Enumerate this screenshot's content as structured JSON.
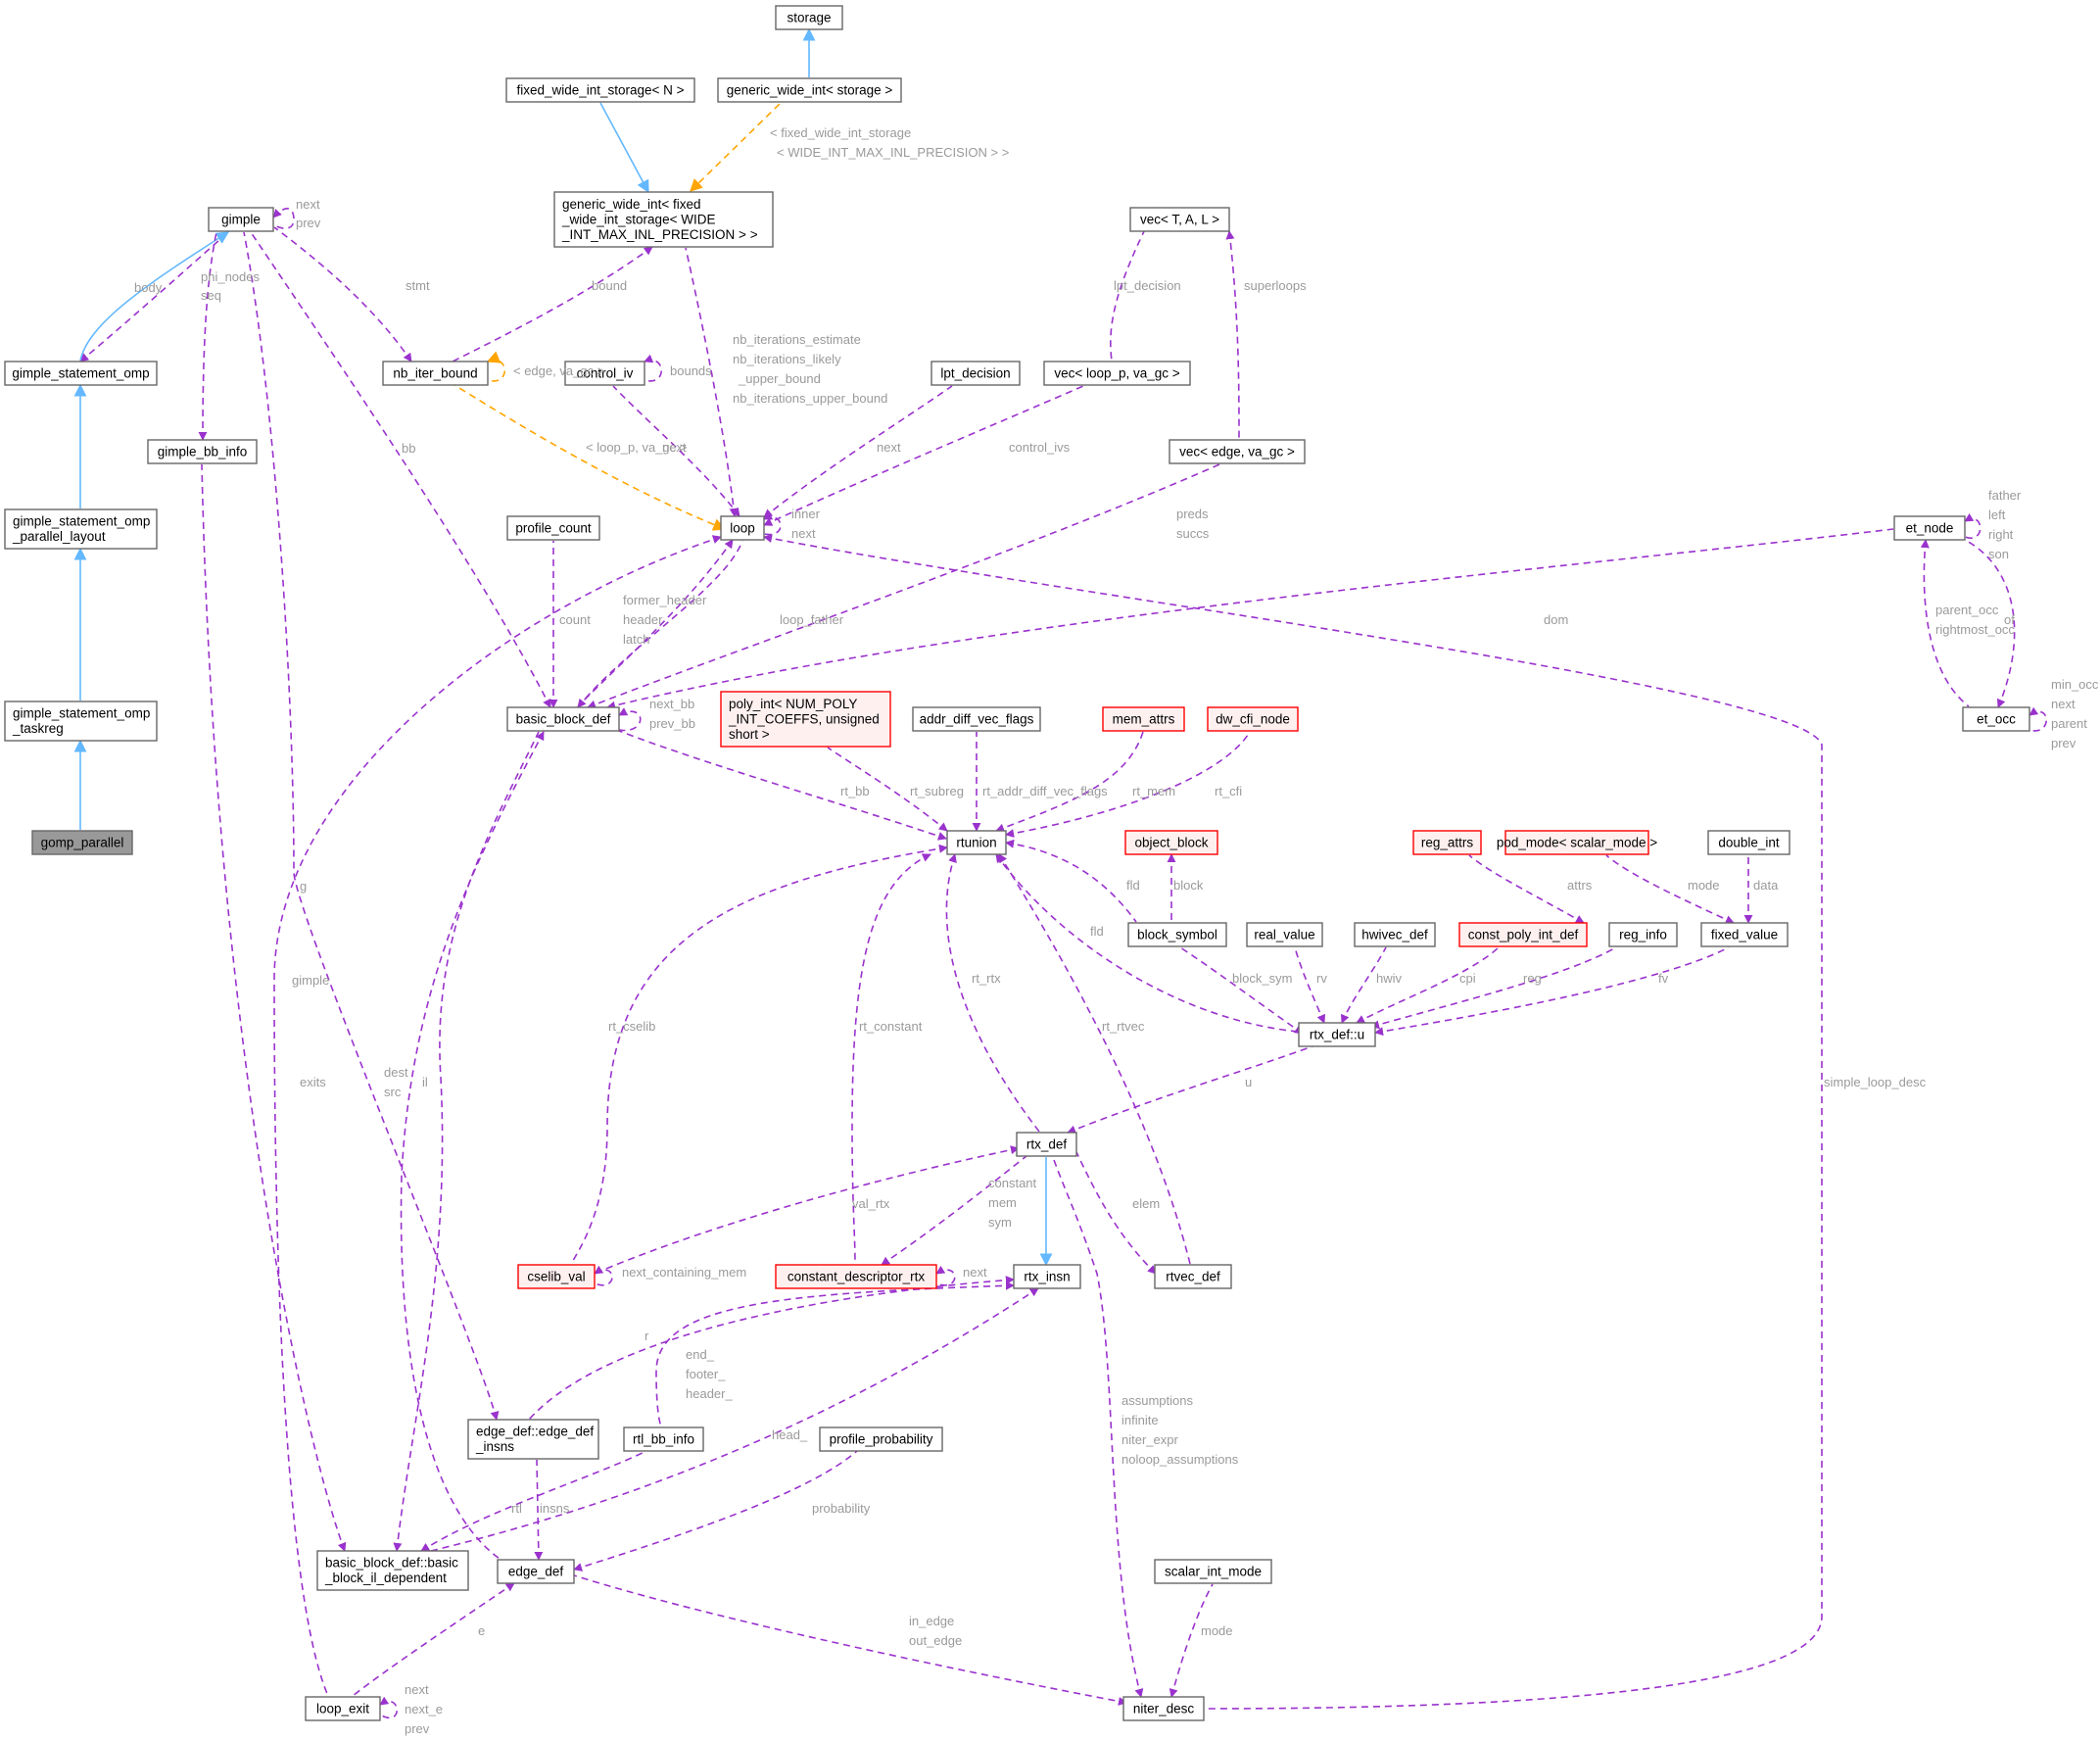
{
  "colors": {
    "usage_edge": "#9a32cd",
    "inheritance_edge": "#63b8ff",
    "template_edge": "#ffa500",
    "edge_label": "#9a9a9a",
    "highlight_node_fill": "#999999",
    "incomplete_node_border": "#ff0000",
    "incomplete_node_fill": "#fff0f0",
    "node_border": "#666666"
  },
  "nodes": [
    {
      "id": "storage",
      "lines": [
        "storage"
      ],
      "style": "normal"
    },
    {
      "id": "fwis",
      "lines": [
        "fixed_wide_int_storage< N >"
      ],
      "style": "normal"
    },
    {
      "id": "gwi_storage",
      "lines": [
        "generic_wide_int< storage >"
      ],
      "style": "normal"
    },
    {
      "id": "gimple",
      "lines": [
        "gimple"
      ],
      "style": "normal"
    },
    {
      "id": "gwi_fixed",
      "lines": [
        "generic_wide_int< fixed",
        "_wide_int_storage< WIDE",
        "_INT_MAX_INL_PRECISION > >"
      ],
      "style": "normal"
    },
    {
      "id": "vec_tal",
      "lines": [
        "vec< T, A, L >"
      ],
      "style": "normal"
    },
    {
      "id": "gso",
      "lines": [
        "gimple_statement_omp"
      ],
      "style": "normal"
    },
    {
      "id": "nb_iter_bound",
      "lines": [
        "nb_iter_bound"
      ],
      "style": "normal"
    },
    {
      "id": "control_iv",
      "lines": [
        "control_iv"
      ],
      "style": "normal"
    },
    {
      "id": "lpt_decision",
      "lines": [
        "lpt_decision"
      ],
      "style": "normal"
    },
    {
      "id": "vec_loop",
      "lines": [
        "vec< loop_p, va_gc >"
      ],
      "style": "normal"
    },
    {
      "id": "gimple_bb_info",
      "lines": [
        "gimple_bb_info"
      ],
      "style": "normal"
    },
    {
      "id": "vec_edge",
      "lines": [
        "vec< edge, va_gc >"
      ],
      "style": "normal"
    },
    {
      "id": "gsopl",
      "lines": [
        "gimple_statement_omp",
        "_parallel_layout"
      ],
      "style": "normal"
    },
    {
      "id": "profile_count",
      "lines": [
        "profile_count"
      ],
      "style": "normal"
    },
    {
      "id": "loop",
      "lines": [
        "loop"
      ],
      "style": "normal"
    },
    {
      "id": "et_node",
      "lines": [
        "et_node"
      ],
      "style": "normal"
    },
    {
      "id": "gsot",
      "lines": [
        "gimple_statement_omp",
        "_taskreg"
      ],
      "style": "normal"
    },
    {
      "id": "bbd",
      "lines": [
        "basic_block_def"
      ],
      "style": "normal"
    },
    {
      "id": "poly_int",
      "lines": [
        "poly_int< NUM_POLY",
        "_INT_COEFFS, unsigned",
        "short >"
      ],
      "style": "red"
    },
    {
      "id": "addr_diff",
      "lines": [
        "addr_diff_vec_flags"
      ],
      "style": "normal"
    },
    {
      "id": "mem_attrs",
      "lines": [
        "mem_attrs"
      ],
      "style": "red"
    },
    {
      "id": "dw_cfi_node",
      "lines": [
        "dw_cfi_node"
      ],
      "style": "red"
    },
    {
      "id": "et_occ",
      "lines": [
        "et_occ"
      ],
      "style": "normal"
    },
    {
      "id": "gomp_parallel",
      "lines": [
        "gomp_parallel"
      ],
      "style": "gray"
    },
    {
      "id": "rtunion",
      "lines": [
        "rtunion"
      ],
      "style": "normal"
    },
    {
      "id": "object_block",
      "lines": [
        "object_block"
      ],
      "style": "red"
    },
    {
      "id": "reg_attrs",
      "lines": [
        "reg_attrs"
      ],
      "style": "red"
    },
    {
      "id": "pod_mode",
      "lines": [
        "pod_mode< scalar_mode >"
      ],
      "style": "red"
    },
    {
      "id": "double_int",
      "lines": [
        "double_int"
      ],
      "style": "normal"
    },
    {
      "id": "block_symbol",
      "lines": [
        "block_symbol"
      ],
      "style": "normal"
    },
    {
      "id": "real_value",
      "lines": [
        "real_value"
      ],
      "style": "normal"
    },
    {
      "id": "hwivec_def",
      "lines": [
        "hwivec_def"
      ],
      "style": "normal"
    },
    {
      "id": "cpid",
      "lines": [
        "const_poly_int_def"
      ],
      "style": "red"
    },
    {
      "id": "reg_info",
      "lines": [
        "reg_info"
      ],
      "style": "normal"
    },
    {
      "id": "fixed_value",
      "lines": [
        "fixed_value"
      ],
      "style": "normal"
    },
    {
      "id": "rtx_def_u",
      "lines": [
        "rtx_def::u"
      ],
      "style": "normal"
    },
    {
      "id": "rtx_def",
      "lines": [
        "rtx_def"
      ],
      "style": "normal"
    },
    {
      "id": "cselib_val",
      "lines": [
        "cselib_val"
      ],
      "style": "red"
    },
    {
      "id": "cdr",
      "lines": [
        "constant_descriptor_rtx"
      ],
      "style": "red"
    },
    {
      "id": "rtx_insn",
      "lines": [
        "rtx_insn"
      ],
      "style": "normal"
    },
    {
      "id": "rtvec_def",
      "lines": [
        "rtvec_def"
      ],
      "style": "normal"
    },
    {
      "id": "edi",
      "lines": [
        "edge_def::edge_def",
        "_insns"
      ],
      "style": "normal"
    },
    {
      "id": "rtl_bb_info",
      "lines": [
        "rtl_bb_info"
      ],
      "style": "normal"
    },
    {
      "id": "profile_probability",
      "lines": [
        "profile_probability"
      ],
      "style": "normal"
    },
    {
      "id": "bbd_dep",
      "lines": [
        "basic_block_def::basic",
        "_block_il_dependent"
      ],
      "style": "normal"
    },
    {
      "id": "edge_def",
      "lines": [
        "edge_def"
      ],
      "style": "normal"
    },
    {
      "id": "scalar_int_mode",
      "lines": [
        "scalar_int_mode"
      ],
      "style": "normal"
    },
    {
      "id": "loop_exit",
      "lines": [
        "loop_exit"
      ],
      "style": "normal"
    },
    {
      "id": "niter_desc",
      "lines": [
        "niter_desc"
      ],
      "style": "normal"
    }
  ],
  "edges": [
    {
      "from": "storage",
      "to": "gwi_storage",
      "type": "inheritance"
    },
    {
      "from": "fwis",
      "to": "gwi_fixed",
      "type": "inheritance"
    },
    {
      "from": "gwi_storage",
      "to": "gwi_fixed",
      "type": "template",
      "label": [
        "< fixed_wide_int_storage",
        "< WIDE_INT_MAX_INL_PRECISION > >"
      ]
    },
    {
      "from": "gimple",
      "to": "gimple",
      "type": "usage",
      "label": [
        "next",
        "prev"
      ]
    },
    {
      "from": "gimple",
      "to": "gso",
      "type": "usage",
      "label": [
        "body"
      ]
    },
    {
      "from": "gimple",
      "to": "gso",
      "type": "inheritance"
    },
    {
      "from": "gimple",
      "to": "gimple_bb_info",
      "type": "usage",
      "label": [
        "phi_nodes",
        "seq"
      ]
    },
    {
      "from": "gimple",
      "to": "nb_iter_bound",
      "type": "usage",
      "label": [
        "stmt"
      ]
    },
    {
      "from": "gimple",
      "to": "bbd",
      "type": "usage",
      "label": [
        "bb"
      ]
    },
    {
      "from": "gimple",
      "to": "edi",
      "type": "usage",
      "label": [
        "g"
      ]
    },
    {
      "from": "gimple_bb_info",
      "to": "bbd_dep",
      "type": "usage",
      "label": [
        "gimple"
      ]
    },
    {
      "from": "gso",
      "to": "gsopl",
      "type": "inheritance"
    },
    {
      "from": "gsopl",
      "to": "gsot",
      "type": "inheritance"
    },
    {
      "from": "gsot",
      "to": "gomp_parallel",
      "type": "inheritance"
    },
    {
      "from": "gwi_fixed",
      "to": "nb_iter_bound",
      "type": "usage",
      "label": [
        "bound"
      ]
    },
    {
      "from": "gwi_fixed",
      "to": "loop",
      "type": "usage",
      "label": [
        "nb_iterations_estimate",
        "nb_iterations_likely",
        "_upper_bound",
        "nb_iterations_upper_bound"
      ]
    },
    {
      "from": "vec_tal",
      "to": "vec_loop",
      "type": "template",
      "label": [
        "< loop_p, va_gc >"
      ]
    },
    {
      "from": "vec_tal",
      "to": "vec_edge",
      "type": "template",
      "label": [
        "< edge, va_gc >"
      ]
    },
    {
      "from": "nb_iter_bound",
      "to": "nb_iter_bound",
      "type": "usage",
      "label": [
        "next"
      ]
    },
    {
      "from": "nb_iter_bound",
      "to": "loop",
      "type": "usage",
      "label": [
        "bounds"
      ]
    },
    {
      "from": "control_iv",
      "to": "control_iv",
      "type": "usage",
      "label": [
        "next"
      ]
    },
    {
      "from": "control_iv",
      "to": "loop",
      "type": "usage",
      "label": [
        "control_ivs"
      ]
    },
    {
      "from": "lpt_decision",
      "to": "loop",
      "type": "usage",
      "label": [
        "lpt_decision"
      ]
    },
    {
      "from": "vec_loop",
      "to": "loop",
      "type": "usage",
      "label": [
        "superloops"
      ]
    },
    {
      "from": "vec_edge",
      "to": "bbd",
      "type": "usage",
      "label": [
        "preds",
        "succs"
      ]
    },
    {
      "from": "loop",
      "to": "loop",
      "type": "usage",
      "label": [
        "inner",
        "next"
      ]
    },
    {
      "from": "loop",
      "to": "bbd",
      "type": "usage",
      "label": [
        "former_header",
        "header",
        "latch"
      ]
    },
    {
      "from": "loop",
      "to": "loop_exit",
      "type": "usage",
      "label": [
        "exits"
      ]
    },
    {
      "from": "loop",
      "to": "niter_desc",
      "type": "usage",
      "label": [
        "simple_loop_desc"
      ]
    },
    {
      "from": "profile_count",
      "to": "bbd",
      "type": "usage",
      "label": [
        "count"
      ]
    },
    {
      "from": "bbd",
      "to": "loop",
      "type": "usage",
      "label": [
        "loop_father"
      ]
    },
    {
      "from": "bbd",
      "to": "bbd",
      "type": "usage",
      "label": [
        "next_bb",
        "prev_bb"
      ]
    },
    {
      "from": "bbd",
      "to": "et_node",
      "type": "usage",
      "label": [
        "dom"
      ]
    },
    {
      "from": "bbd",
      "to": "rtunion",
      "type": "usage",
      "label": [
        "rt_bb"
      ]
    },
    {
      "from": "bbd",
      "to": "edge_def",
      "type": "usage",
      "label": [
        "dest",
        "src"
      ]
    },
    {
      "from": "bbd_dep",
      "to": "bbd",
      "type": "usage",
      "label": [
        "il"
      ]
    },
    {
      "from": "et_node",
      "to": "et_node",
      "type": "usage",
      "label": [
        "father",
        "left",
        "right",
        "son"
      ]
    },
    {
      "from": "et_node",
      "to": "et_occ",
      "type": "usage",
      "label": [
        "parent_occ",
        "rightmost_occ"
      ]
    },
    {
      "from": "et_occ",
      "to": "et_node",
      "type": "usage",
      "label": [
        "of"
      ]
    },
    {
      "from": "et_occ",
      "to": "et_occ",
      "type": "usage",
      "label": [
        "min_occ",
        "next",
        "parent",
        "prev"
      ]
    },
    {
      "from": "poly_int",
      "to": "rtunion",
      "type": "usage",
      "label": [
        "rt_subreg"
      ]
    },
    {
      "from": "addr_diff",
      "to": "rtunion",
      "type": "usage",
      "label": [
        "rt_addr_diff_vec_flags"
      ]
    },
    {
      "from": "mem_attrs",
      "to": "rtunion",
      "type": "usage",
      "label": [
        "rt_mem"
      ]
    },
    {
      "from": "dw_cfi_node",
      "to": "rtunion",
      "type": "usage",
      "label": [
        "rt_cfi"
      ]
    },
    {
      "from": "rtunion",
      "to": "block_symbol",
      "type": "usage",
      "label": [
        "fld"
      ]
    },
    {
      "from": "rtunion",
      "to": "rtx_def_u",
      "type": "usage",
      "label": [
        "fld"
      ]
    },
    {
      "from": "rtunion",
      "to": "rtx_def",
      "type": "usage",
      "label": [
        "rt_rtx"
      ]
    },
    {
      "from": "rtunion",
      "to": "cselib_val",
      "type": "usage",
      "label": [
        "rt_cselib"
      ]
    },
    {
      "from": "rtunion",
      "to": "cdr",
      "type": "usage",
      "label": [
        "rt_constant"
      ]
    },
    {
      "from": "rtunion",
      "to": "rtvec_def",
      "type": "usage",
      "label": [
        "rt_rtvec"
      ]
    },
    {
      "from": "object_block",
      "to": "block_symbol",
      "type": "usage",
      "label": [
        "block"
      ]
    },
    {
      "from": "reg_attrs",
      "to": "reg_info",
      "type": "usage",
      "label": [
        "attrs"
      ]
    },
    {
      "from": "pod_mode",
      "to": "fixed_value",
      "type": "usage",
      "label": [
        "mode"
      ]
    },
    {
      "from": "double_int",
      "to": "fixed_value",
      "type": "usage",
      "label": [
        "data"
      ]
    },
    {
      "from": "block_symbol",
      "to": "rtx_def_u",
      "type": "usage",
      "label": [
        "block_sym"
      ]
    },
    {
      "from": "real_value",
      "to": "rtx_def_u",
      "type": "usage",
      "label": [
        "rv"
      ]
    },
    {
      "from": "hwivec_def",
      "to": "rtx_def_u",
      "type": "usage",
      "label": [
        "hwiv"
      ]
    },
    {
      "from": "cpid",
      "to": "rtx_def_u",
      "type": "usage",
      "label": [
        "cpi"
      ]
    },
    {
      "from": "reg_info",
      "to": "rtx_def_u",
      "type": "usage",
      "label": [
        "reg"
      ]
    },
    {
      "from": "fixed_value",
      "to": "rtx_def_u",
      "type": "usage",
      "label": [
        "fv"
      ]
    },
    {
      "from": "rtx_def_u",
      "to": "rtx_def",
      "type": "usage",
      "label": [
        "u"
      ]
    },
    {
      "from": "rtx_def",
      "to": "cselib_val",
      "type": "usage",
      "label": [
        "val_rtx"
      ]
    },
    {
      "from": "rtx_def",
      "to": "cdr",
      "type": "usage",
      "label": [
        "constant",
        "mem",
        "sym"
      ]
    },
    {
      "from": "rtx_def",
      "to": "rtvec_def",
      "type": "usage",
      "label": [
        "elem"
      ]
    },
    {
      "from": "rtx_def",
      "to": "rtx_insn",
      "type": "inheritance"
    },
    {
      "from": "rtx_def",
      "to": "niter_desc",
      "type": "usage",
      "label": [
        "assumptions",
        "infinite",
        "niter_expr",
        "noloop_assumptions"
      ]
    },
    {
      "from": "cselib_val",
      "to": "cselib_val",
      "type": "usage",
      "label": [
        "next_containing_mem"
      ]
    },
    {
      "from": "cdr",
      "to": "cdr",
      "type": "usage",
      "label": [
        "next"
      ]
    },
    {
      "from": "rtx_insn",
      "to": "edi",
      "type": "usage",
      "label": [
        "r"
      ]
    },
    {
      "from": "rtx_insn",
      "to": "rtl_bb_info",
      "type": "usage",
      "label": [
        "end_",
        "footer_",
        "header_"
      ]
    },
    {
      "from": "rtx_insn",
      "to": "bbd_dep",
      "type": "usage",
      "label": [
        "head_"
      ]
    },
    {
      "from": "edi",
      "to": "edge_def",
      "type": "usage",
      "label": [
        "insns"
      ]
    },
    {
      "from": "rtl_bb_info",
      "to": "bbd_dep",
      "type": "usage",
      "label": [
        "rtl"
      ]
    },
    {
      "from": "profile_probability",
      "to": "edge_def",
      "type": "usage",
      "label": [
        "probability"
      ]
    },
    {
      "from": "edge_def",
      "to": "loop_exit",
      "type": "usage",
      "label": [
        "e"
      ]
    },
    {
      "from": "edge_def",
      "to": "niter_desc",
      "type": "usage",
      "label": [
        "in_edge",
        "out_edge"
      ]
    },
    {
      "from": "scalar_int_mode",
      "to": "niter_desc",
      "type": "usage",
      "label": [
        "mode"
      ]
    },
    {
      "from": "loop_exit",
      "to": "loop_exit",
      "type": "usage",
      "label": [
        "next",
        "next_e",
        "prev"
      ]
    }
  ]
}
